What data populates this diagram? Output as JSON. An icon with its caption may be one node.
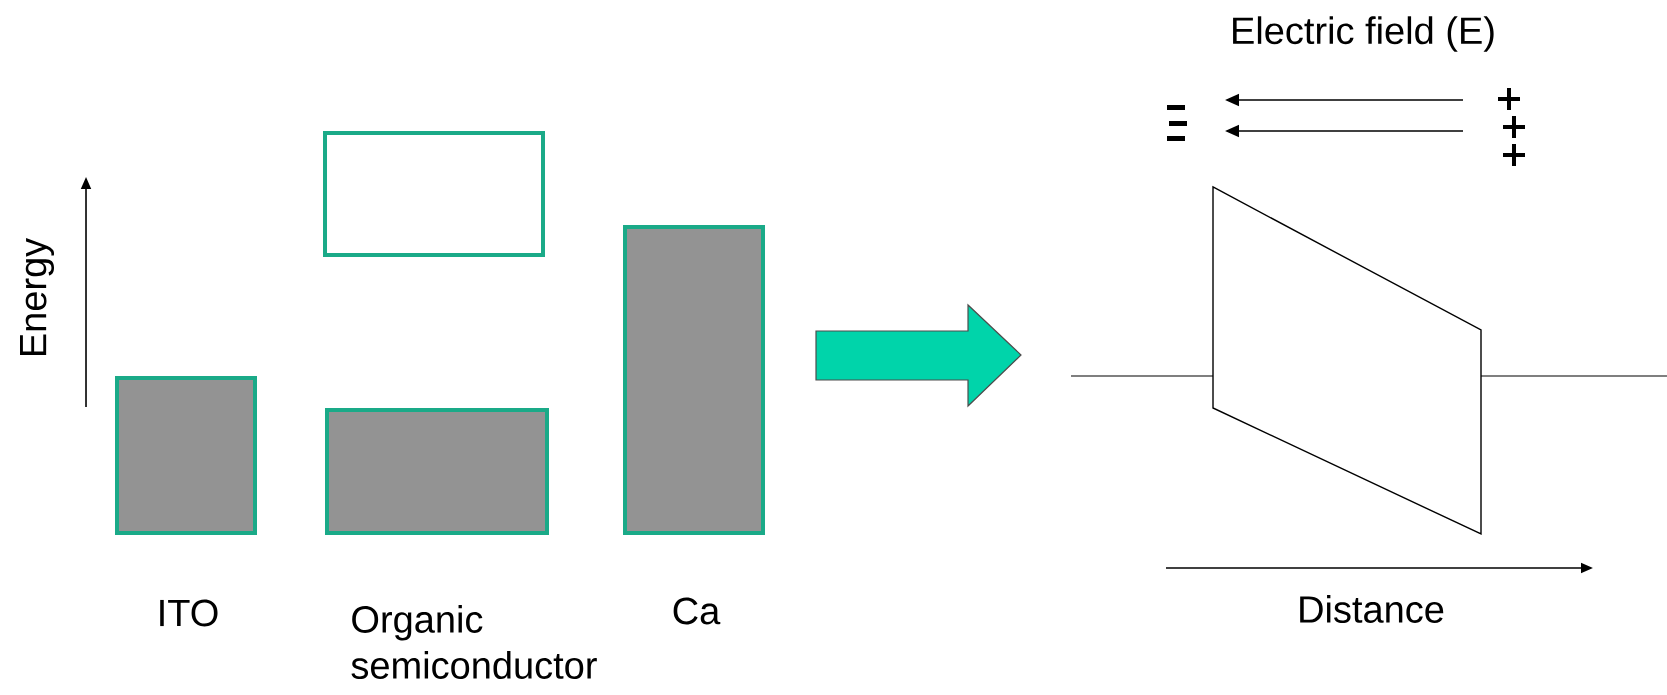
{
  "diagram": {
    "title": "Electric field (E)",
    "nodes": [
      {
        "text": [],
        "shape": "box",
        "beside": [
          "ITO"
        ]
      },
      {
        "text": [],
        "shape": "box"
      },
      {
        "text": [],
        "shape": "box",
        "beside": [
          "Organic semiconductor"
        ]
      },
      {
        "text": [],
        "shape": "box",
        "beside": [
          "Ca"
        ]
      },
      {
        "text": [],
        "shape": "trapezoid"
      }
    ],
    "labels": [
      "Energy",
      "Distance"
    ]
  }
}
